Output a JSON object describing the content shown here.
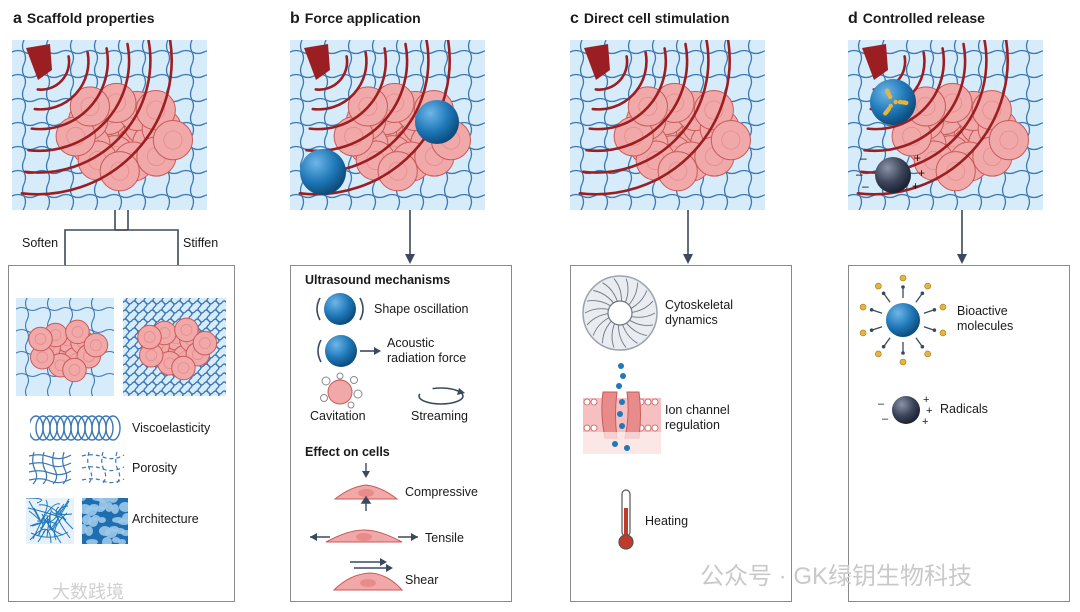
{
  "panels": {
    "a": {
      "letter": "a",
      "title": "Scaffold properties",
      "soften": "Soften",
      "stiffen": "Stiffen",
      "viscoelasticity": "Viscoelasticity",
      "porosity": "Porosity",
      "architecture": "Architecture"
    },
    "b": {
      "letter": "b",
      "title": "Force application",
      "mechanisms_header": "Ultrasound mechanisms",
      "shape_oscillation": "Shape oscillation",
      "acoustic_line1": "Acoustic",
      "acoustic_line2": "radiation force",
      "cavitation": "Cavitation",
      "streaming": "Streaming",
      "effect_header": "Effect on cells",
      "compressive": "Compressive",
      "tensile": "Tensile",
      "shear": "Shear"
    },
    "c": {
      "letter": "c",
      "title": "Direct cell stimulation",
      "cyto_line1": "Cytoskeletal",
      "cyto_line2": "dynamics",
      "ion_line1": "Ion channel",
      "ion_line2": "regulation",
      "heating": "Heating"
    },
    "d": {
      "letter": "d",
      "title": "Controlled release",
      "bio_line1": "Bioactive",
      "bio_line2": "molecules",
      "radicals": "Radicals"
    }
  },
  "watermarks": {
    "left": "大数践境",
    "right": "公众号 · GK绿钥生物科技"
  },
  "colors": {
    "mesh_bg": "#d7ecfb",
    "mesh_line": "#3d78b3",
    "wave": "#9b1f22",
    "cell": "#f1a8a8",
    "cell_edge": "#c95a5a",
    "bubble": "#1f78b8",
    "radical": "#3b4459",
    "molecule": "#e8b53c",
    "arrow": "#3a4a5e"
  }
}
